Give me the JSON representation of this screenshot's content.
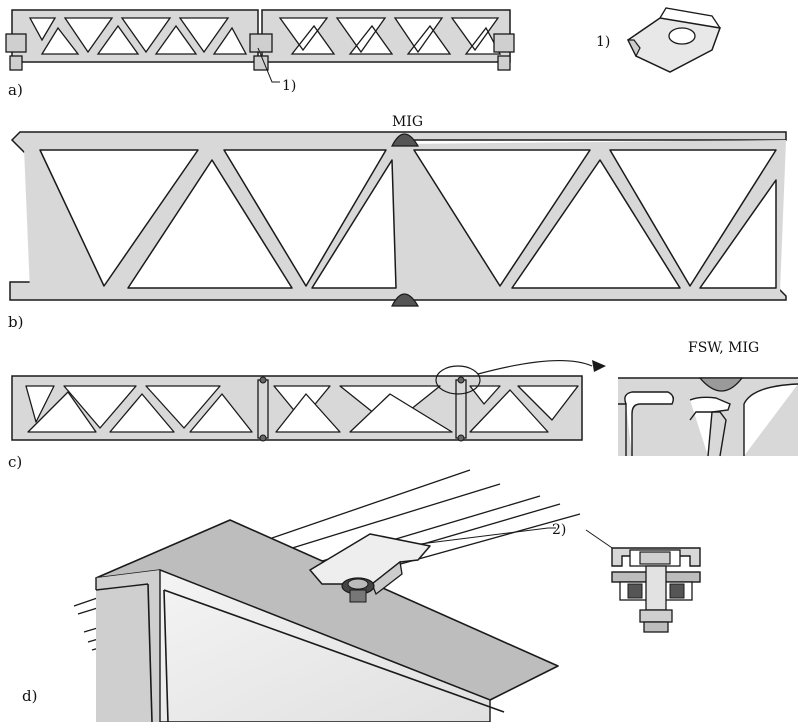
{
  "panels": {
    "a": {
      "label": "a)",
      "callout": "1)",
      "detail_callout": "1)"
    },
    "b": {
      "label": "b)",
      "weld_label": "MIG"
    },
    "c": {
      "label": "c)",
      "detail_label": "FSW, MIG"
    },
    "d": {
      "label": "d)",
      "callout": "2)"
    }
  },
  "colors": {
    "profile_fill": "#d8d8d8",
    "outline": "#1a1a1a",
    "weld_fill": "#555555",
    "detail_weld_fill": "#9a9a9a",
    "beam_face": "#ececec"
  }
}
